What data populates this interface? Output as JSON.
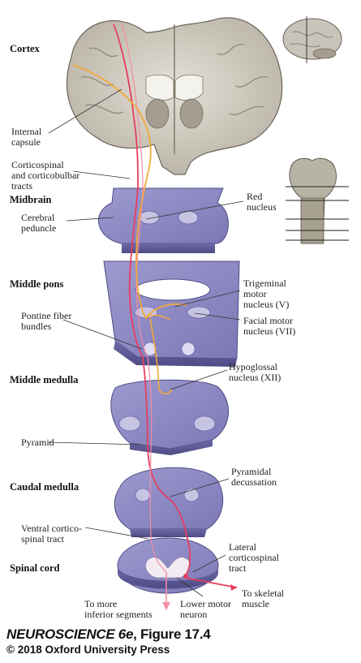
{
  "diagram": {
    "section_labels": {
      "cortex": "Cortex",
      "midbrain": "Midbrain",
      "middle_pons": "Middle pons",
      "middle_medulla": "Middle medulla",
      "caudal_medulla": "Caudal medulla",
      "spinal_cord": "Spinal cord"
    },
    "structure_labels": {
      "internal_capsule": "Internal\ncapsule",
      "corticospinal_corticobulbar": "Corticospinal\nand corticobulbar\ntracts",
      "cerebral_peduncle": "Cerebral\npeduncle",
      "red_nucleus": "Red\nnucleus",
      "trigeminal": "Trigeminal\nmotor\nnucleus (V)",
      "facial": "Facial motor\nnucleus (VII)",
      "pontine_fiber": "Pontine fiber\nbundles",
      "hypoglossal": "Hypoglossal\nnucleus (XII)",
      "pyramid": "Pyramid",
      "pyramidal_decussation": "Pyramidal\ndecussation",
      "ventral_cortico": "Ventral cortico-\nspinal tract",
      "lateral_corticospinal": "Lateral\ncorticospinal\ntract",
      "to_skeletal": "To skeletal\nmuscle",
      "to_inferior": "To more\ninferior segments",
      "lower_motor": "Lower motor\nneuron"
    },
    "colors": {
      "corticospinal_tract": "#e83e5f",
      "corticobulbar_tract": "#f2a93b",
      "brain_section": "#cfcac0",
      "brainstem_section": "#8f8cc4",
      "spinal_section": "#aaa6d0"
    }
  },
  "credit": {
    "title": "NEUROSCIENCE 6e",
    "figure": ", Figure 17.4",
    "copyright": "© 2018 Oxford University Press"
  }
}
